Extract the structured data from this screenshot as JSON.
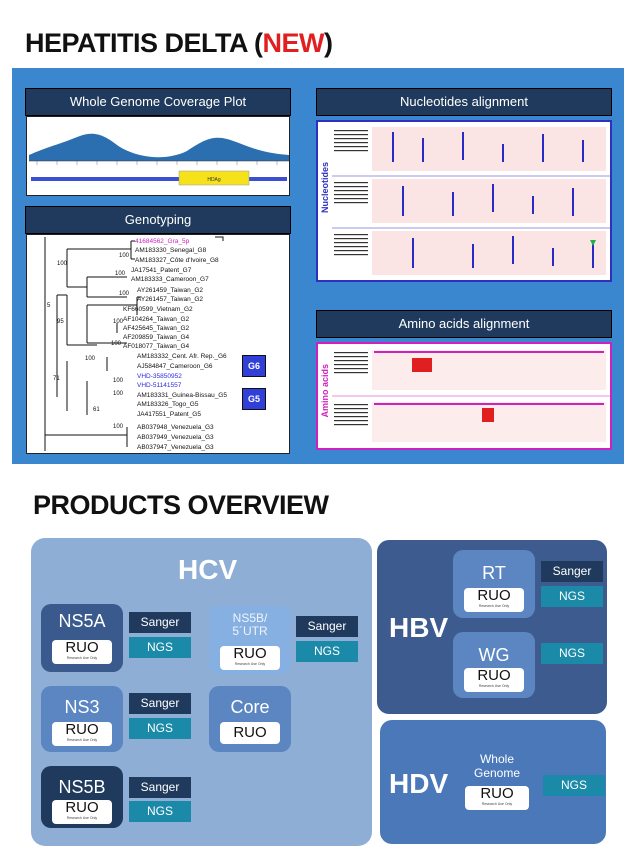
{
  "header": {
    "title_main": "HEPATITIS DELTA (",
    "title_new": "NEW",
    "title_close": ")"
  },
  "panels": {
    "coverage": {
      "title": "Whole Genome Coverage Plot",
      "region": "HDAg"
    },
    "nucleotides": {
      "title": "Nucleotides alignment",
      "side_label": "Nucleotides"
    },
    "genotyping": {
      "title": "Genotyping"
    },
    "amino": {
      "title": "Amino acids alignment",
      "side_label": "Amino acids"
    }
  },
  "tree": {
    "leaves": [
      "41684562_Gra_5p",
      "AM183330_Senegal_G8",
      "AM183327_Côte d'Ivoire_G8",
      "JA17541_Patent_G7",
      "AM183333_Cameroon_G7",
      "AY261459_Taiwan_G2",
      "AY261457_Taiwan_G2",
      "KF660599_Vietnam_G2",
      "AF104264_Taiwan_G2",
      "AF425645_Taiwan_G2",
      "AF209859_Taiwan_G4",
      "AF018077_Taiwan_G4",
      "AM183332_Cent. Afr. Rep._G6",
      "AJ584847_Cameroon_G6",
      "VHD-35850952",
      "VHD-51141557",
      "AM183331_Guinea-Bissau_G5",
      "AM183326_Togo_G5",
      "JA417551_Patent_G5",
      "AB037948_Venezuela_G3",
      "AB037949_Venezuela_G3",
      "AB037947_Venezuela_G3"
    ],
    "bootstrap": [
      "100",
      "100",
      "100",
      "95",
      "5",
      "100",
      "100",
      "100",
      "100",
      "100",
      "100",
      "71",
      "61",
      "100"
    ],
    "badges": [
      "G6",
      "G5"
    ]
  },
  "overview": {
    "title": "PRODUCTS OVERVIEW",
    "hcv": {
      "label": "HCV",
      "products": [
        {
          "name": "NS5A",
          "ruo": "RUO",
          "ruo_sub": "Research Use Only",
          "tags": [
            "Sanger",
            "NGS"
          ]
        },
        {
          "name": "NS5B/\n5´UTR",
          "ruo": "RUO",
          "ruo_sub": "Research Use Only",
          "tags": [
            "Sanger",
            "NGS"
          ]
        },
        {
          "name": "NS3",
          "ruo": "RUO",
          "ruo_sub": "Research Use Only",
          "tags": [
            "Sanger",
            "NGS"
          ]
        },
        {
          "name": "Core",
          "ruo": "RUO",
          "ruo_sub": "",
          "tags": []
        },
        {
          "name": "NS5B",
          "ruo": "RUO",
          "ruo_sub": "Research Use Only",
          "tags": [
            "Sanger",
            "NGS"
          ]
        }
      ]
    },
    "hbv": {
      "label": "HBV",
      "products": [
        {
          "name": "RT",
          "ruo": "RUO",
          "ruo_sub": "Research Use Only",
          "tags": [
            "Sanger",
            "NGS"
          ]
        },
        {
          "name": "WG",
          "ruo": "RUO",
          "ruo_sub": "Research Use Only",
          "tags": [
            "NGS"
          ]
        }
      ]
    },
    "hdv": {
      "label": "HDV",
      "products": [
        {
          "name": "Whole\nGenome",
          "ruo": "RUO",
          "ruo_sub": "Research Use Only",
          "tags": [
            "NGS"
          ]
        }
      ]
    }
  },
  "colors": {
    "accent_red": "#e02020",
    "blue_bg": "#3b87cf",
    "navy": "#1f3a5c",
    "teal": "#1b8aa8"
  }
}
